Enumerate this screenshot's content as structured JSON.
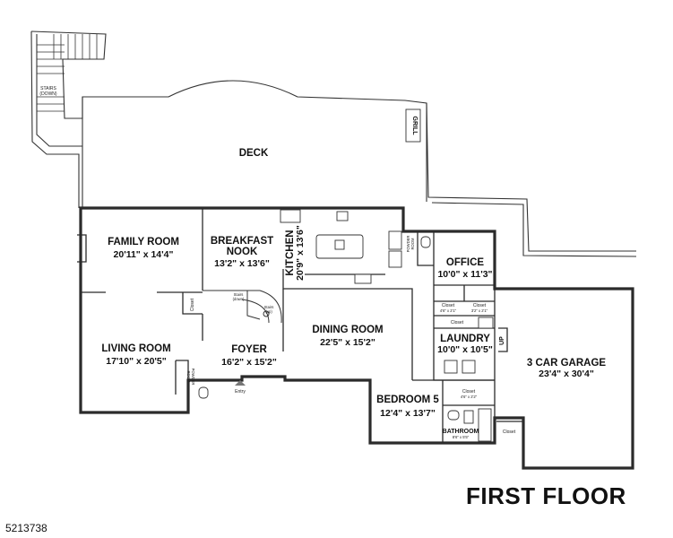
{
  "floor_title": "FIRST FLOOR",
  "listing_id": "5213738",
  "labels": {
    "stairs_down": [
      "STAIRS",
      "(DOWN)"
    ],
    "deck": "DECK",
    "grill": "GRILL",
    "family_room": {
      "name": "FAMILY ROOM",
      "dims": "20'11\" x 14'4\""
    },
    "breakfast_nook": {
      "name": [
        "BREAKFAST",
        "NOOK"
      ],
      "dims": "13'2\" x 13'6\""
    },
    "kitchen": {
      "name": "KITCHEN",
      "dims": "20'9\" x 13'6\""
    },
    "office": {
      "name": "OFFICE",
      "dims": "10'0\" x 11'3\""
    },
    "powder_room_upper": [
      "POWDER",
      "ROOM"
    ],
    "closet_office_left": "Closet",
    "closet_office_right": "Closet",
    "closet_left_dim": "4'6\" x 2'1\"",
    "closet_right_dim": "3'2\" x 2'1\"",
    "closet_laundry": "Closet",
    "laundry": {
      "name": "LAUNDRY",
      "dims": "10'0\" x 10'5\""
    },
    "up": "UP",
    "garage": {
      "name": "3 CAR GARAGE",
      "dims": "23'4\" x 30'4\""
    },
    "dining_room": {
      "name": "DINING ROOM",
      "dims": "22'5\" x 15'2\""
    },
    "foyer": {
      "name": "FOYER",
      "dims": "16'2\" x 15'2\""
    },
    "living_room": {
      "name": "LIVING ROOM",
      "dims": "17'10\" x 20'5\""
    },
    "closet_living": "Closet",
    "stairs_down_foyer": [
      "Stairs",
      "(down)"
    ],
    "stairs_up_foyer": [
      "Stairs",
      "(up)"
    ],
    "powder_room_lower": [
      "POWDER",
      "ROOM"
    ],
    "entry": "Entry",
    "bedroom5": {
      "name": "BEDROOM 5",
      "dims": "12'4\" x 13'7\""
    },
    "closet_bedroom": "Closet",
    "closet_bedroom_dim": "4'6\" x 2'2\"",
    "bathroom": {
      "name": "BATHROOM",
      "dims": "8'6\" x 5'5\""
    },
    "closet_garage": "Closet"
  }
}
